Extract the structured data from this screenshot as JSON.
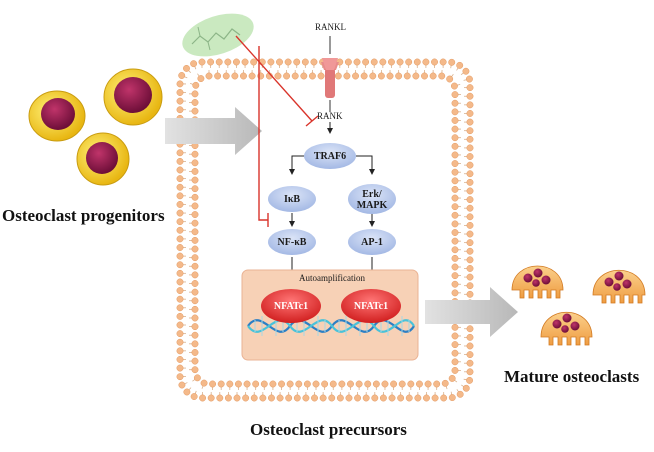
{
  "labels": {
    "progenitors": "Osteoclast progenitors",
    "precursors": "Osteoclast precursors",
    "mature": "Mature osteoclasts",
    "rankl": "RANKL",
    "rank": "RANK",
    "traf6": "TRAF6",
    "ikb": "IκB",
    "erk_mapk_line1": "Erk/",
    "erk_mapk_line2": "MAPK",
    "nfkb": "NF-κB",
    "ap1": "AP-1",
    "autoamplification": "Autoamplification",
    "nfatc1_left": "NFATc1",
    "nfatc1_right": "NFATc1"
  },
  "colors": {
    "membrane_head": "#f4b98a",
    "node_fill": "#b7c8ec",
    "nfatc1_fill": "#e53636",
    "nucleus_fill": "#f7d1b6",
    "inhibitor_line": "#d9342b",
    "arrow_grey": "#c4c4c4",
    "progenitor_cell": "#f5d233",
    "osteoclast_body": "#f7b766",
    "nucleus_dark": "#8e1848"
  },
  "icons": [
    "compound-molecule-icon",
    "rank-receptor-icon",
    "dna-helix-icon"
  ]
}
